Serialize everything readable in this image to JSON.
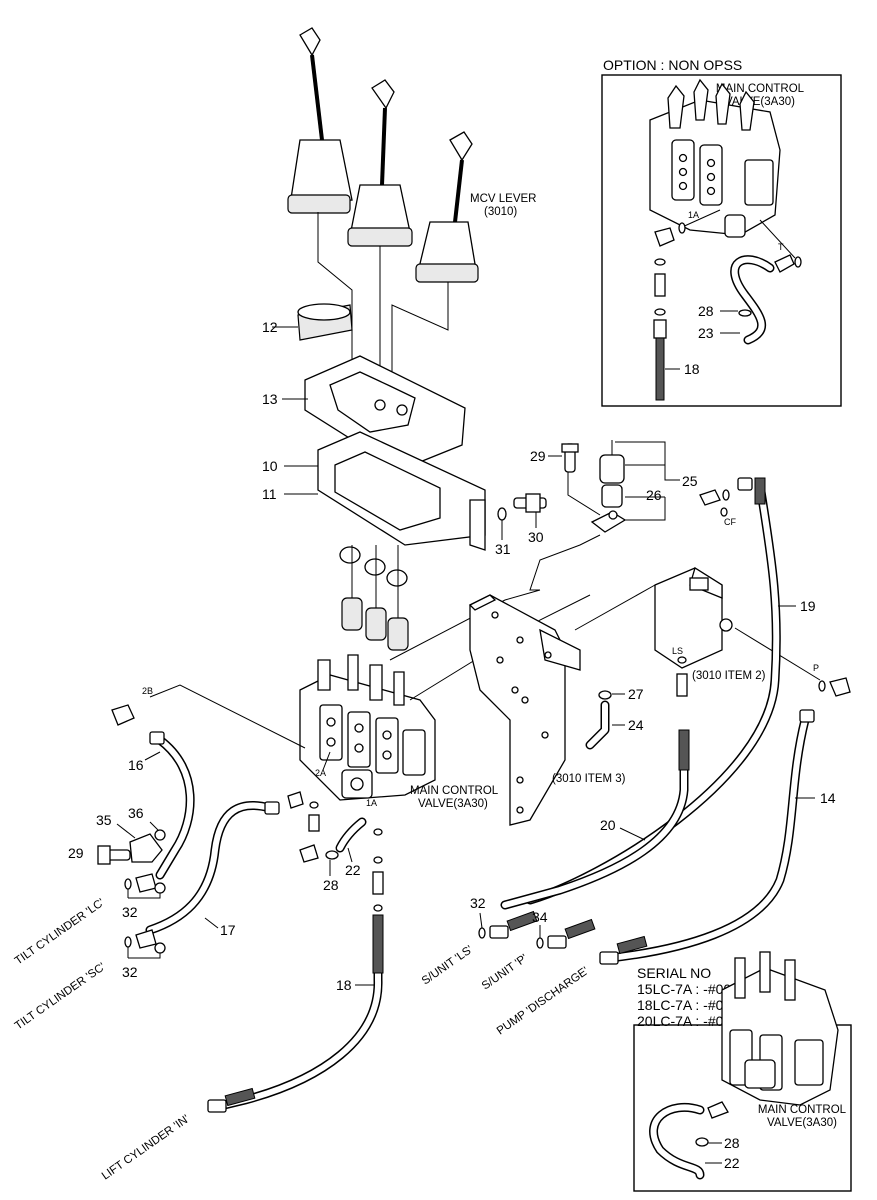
{
  "option_box": {
    "title": "OPTION : NON OPSS",
    "mcv_label_1": "MAIN CONTROL",
    "mcv_label_2": "VALVE(3A30)",
    "port_1a": "1A",
    "port_t": "T",
    "callouts": [
      "28",
      "23",
      "18"
    ]
  },
  "mcv_lever": {
    "line1": "MCV LEVER",
    "line2": "(3010)"
  },
  "main_valve": {
    "line1": "MAIN CONTROL",
    "line2": "VALVE(3A30)",
    "port_2b": "2B",
    "port_2a": "2A",
    "port_1a": "1A"
  },
  "plate_ref": "(3010 ITEM 3)",
  "block_ref": "(3010 ITEM 2)",
  "ports": {
    "ls": "LS",
    "p": "P",
    "cf": "CF"
  },
  "callouts": {
    "c12": "12",
    "c13": "13",
    "c10": "10",
    "c11": "11",
    "c29a": "29",
    "c25": "25",
    "c26": "26",
    "c31": "31",
    "c30": "30",
    "c19": "19",
    "c27": "27",
    "c24": "24",
    "c16": "16",
    "c14": "14",
    "c35": "35",
    "c36": "36",
    "c29b": "29",
    "c32a": "32",
    "c32b": "32",
    "c28": "28",
    "c22": "22",
    "c20": "20",
    "c17": "17",
    "c32c": "32",
    "c34": "34",
    "c18": "18"
  },
  "connections": {
    "tilt_lc": "TILT CYLINDER 'LC'",
    "tilt_sc": "TILT CYLINDER 'SC'",
    "lift_in": "LIFT CYLINDER 'IN'",
    "sunit_ls": "S/UNIT 'LS'",
    "sunit_p": "S/UNIT 'P'",
    "pump_discharge": "PUMP 'DISCHARGE'"
  },
  "serial_box": {
    "title": "SERIAL NO",
    "rows": [
      "15LC-7A : -#0001",
      "18LC-7A : -#0001",
      "20LC-7A : -#0000"
    ],
    "mcv_label_1": "MAIN CONTROL",
    "mcv_label_2": "VALVE(3A30)",
    "callouts": [
      "28",
      "22"
    ]
  }
}
